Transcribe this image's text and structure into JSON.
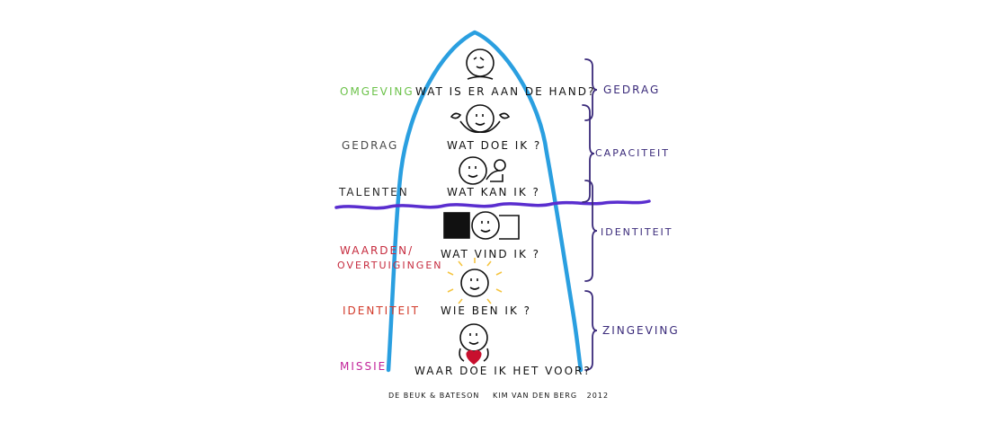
{
  "levels": [
    {
      "label": "OMGEVING",
      "question": "WAT IS ER AAN DE HAND?",
      "color": "#6cc24a"
    },
    {
      "label": "GEDRAG",
      "question": "WAT DOE IK ?",
      "color": "#4a4a4a"
    },
    {
      "label": "TALENTEN",
      "question": "WAT KAN IK ?",
      "color": "#2a2a2a"
    },
    {
      "label_line1": "WAARDEN/",
      "label_line2": "OVERTUIGINGEN",
      "question": "WAT VIND IK ?",
      "color": "#c62b3e"
    },
    {
      "label": "IDENTITEIT",
      "question": "WIE BEN IK ?",
      "color": "#d23a2a"
    },
    {
      "label": "MISSIE",
      "question": "WAAR DOE IK HET VOOR?",
      "color": "#c2249a"
    }
  ],
  "groups": [
    {
      "label": "GEDRAG"
    },
    {
      "label": "CAPACITEIT"
    },
    {
      "label": "IDENTITEIT"
    },
    {
      "label": "ZINGEVING"
    }
  ],
  "credits": {
    "left": "DE BEUK & BATESON",
    "right": "KIM VAN DEN BERG   2012"
  },
  "colors": {
    "iceberg": "#2a9fe0",
    "waterline": "#5a2ecf",
    "brace": "#3a2a7a",
    "ink": "#111111",
    "heart": "#c8102e",
    "sun": "#f5c542"
  }
}
